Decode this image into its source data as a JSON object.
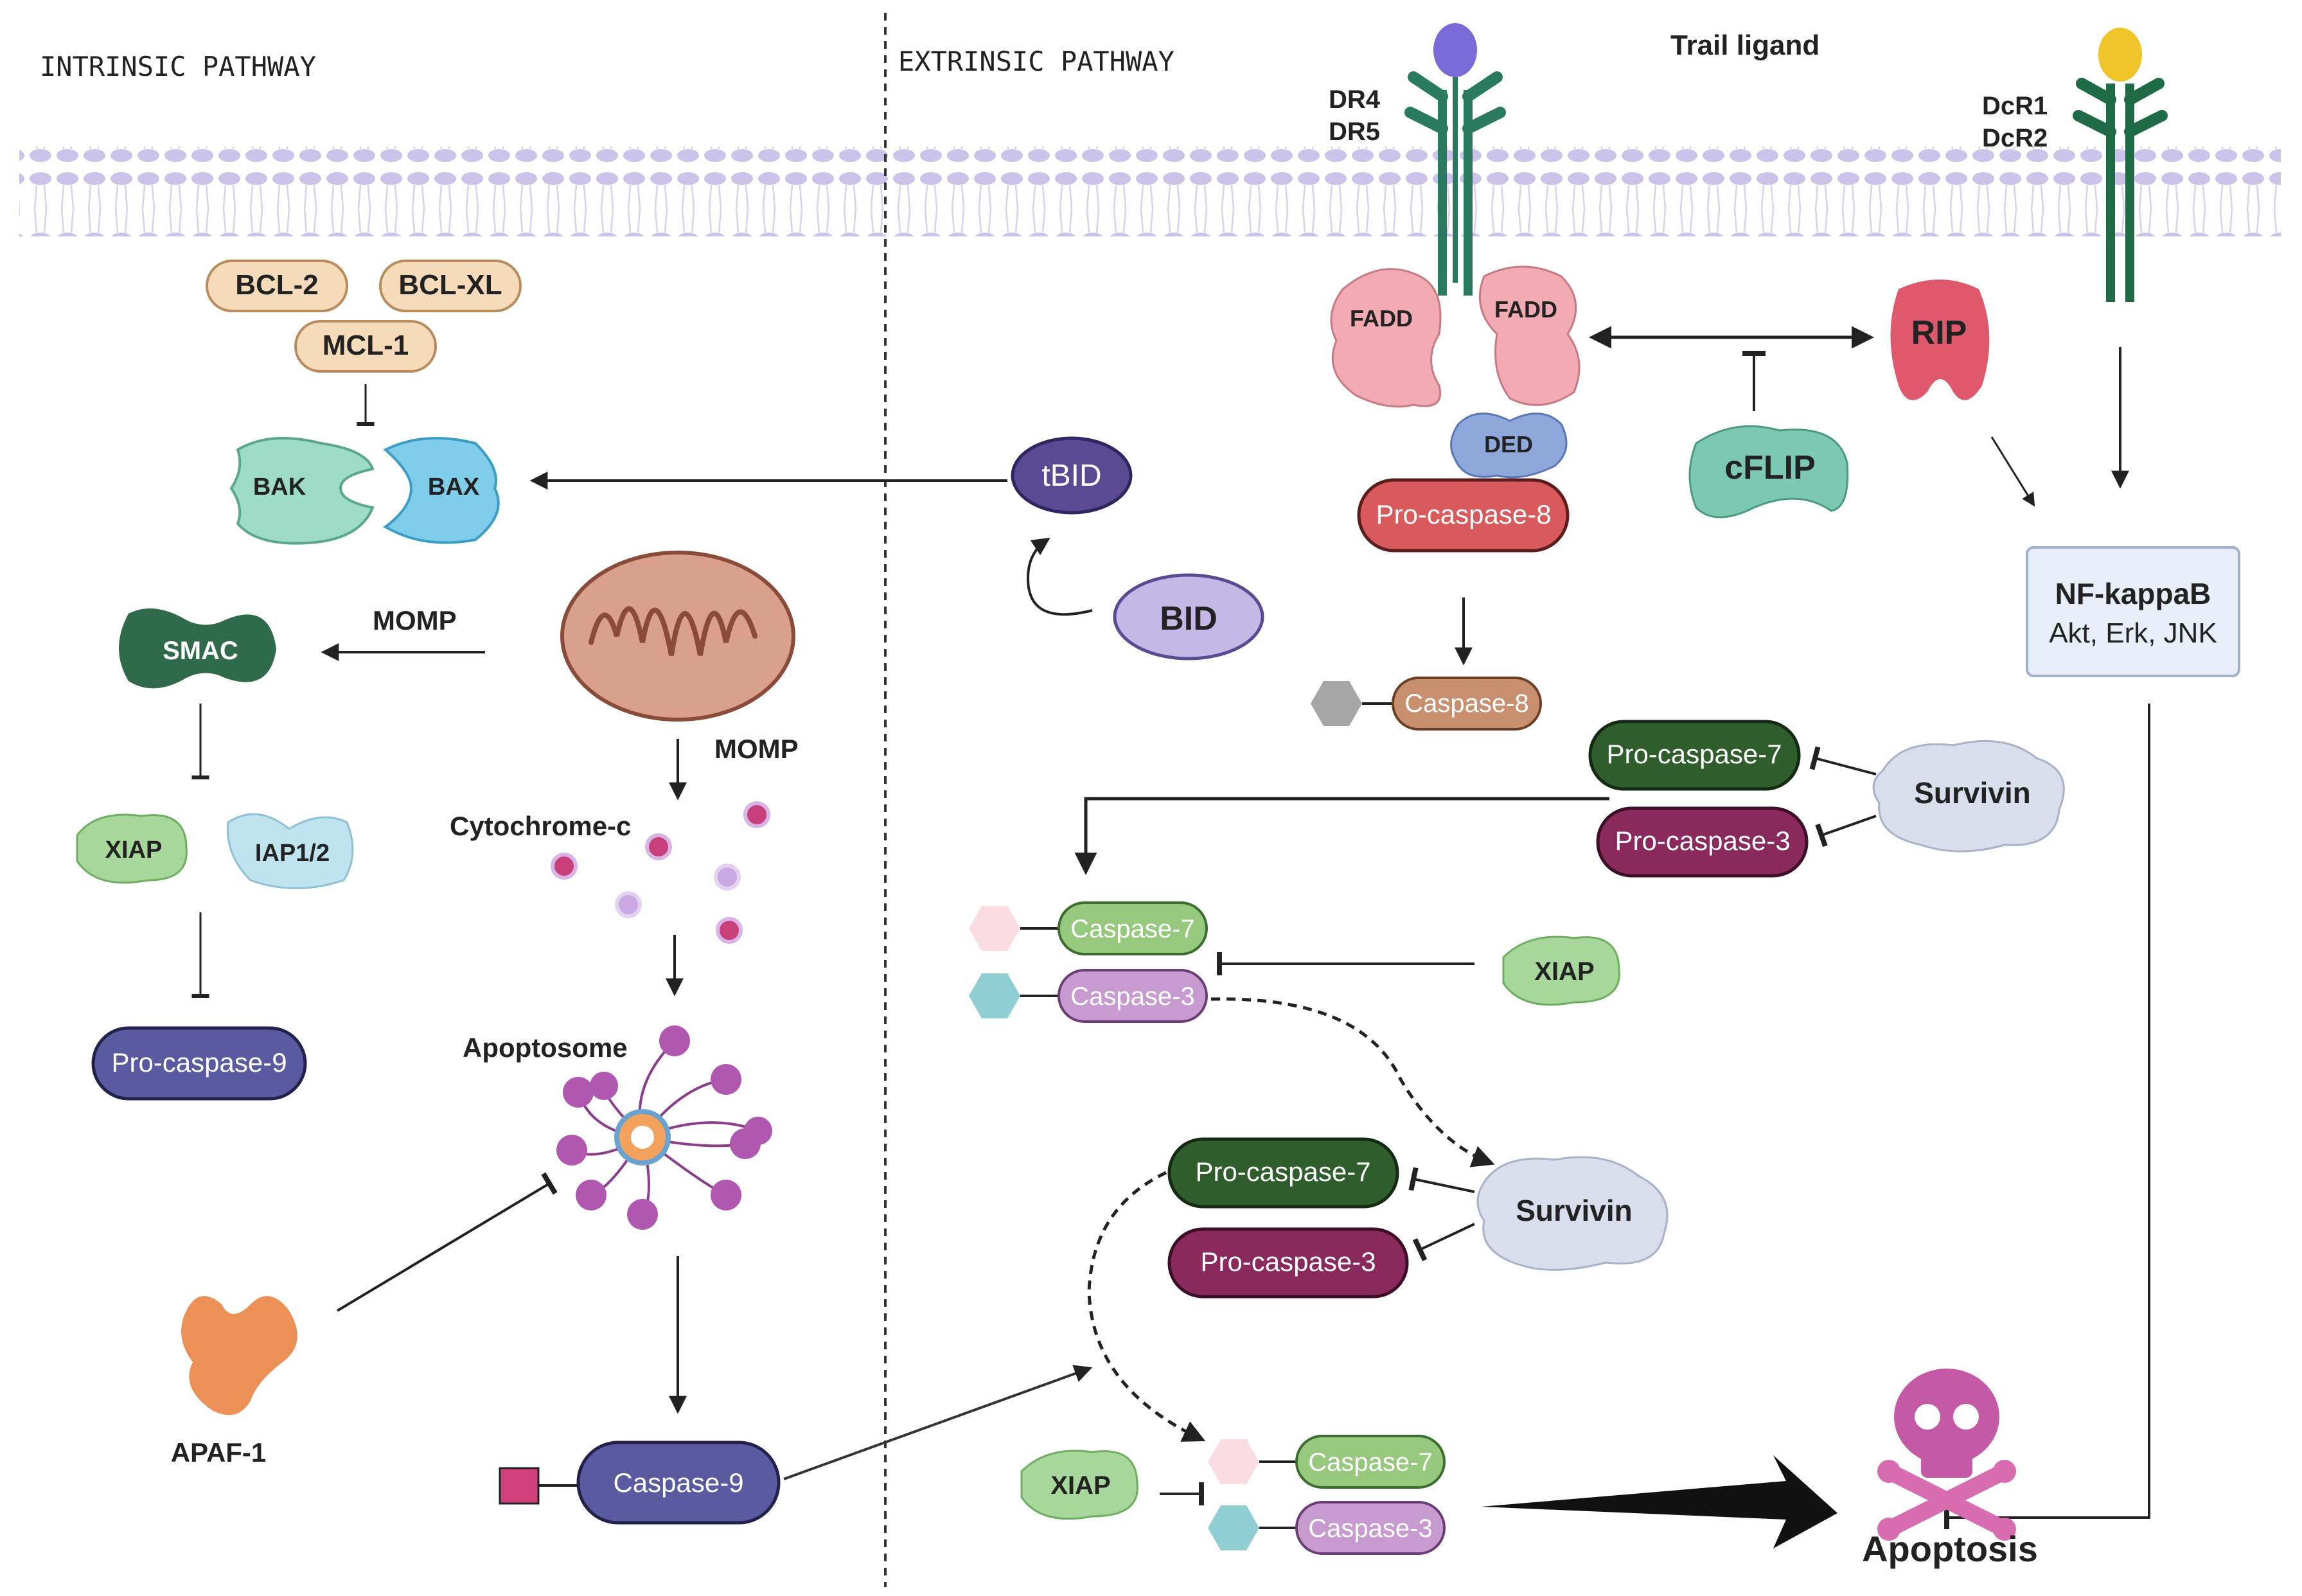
{
  "headers": {
    "intrinsic": "INTRINSIC PATHWAY",
    "extrinsic": "EXTRINSIC PATHWAY"
  },
  "receptors": {
    "trail_ligand": "Trail ligand",
    "dr4": "DR4",
    "dr5": "DR5",
    "dcr1": "DcR1",
    "dcr2": "DcR2"
  },
  "intrinsic": {
    "bcl2": "BCL-2",
    "bclxl": "BCL-XL",
    "mcl1": "MCL-1",
    "bak": "BAK",
    "bax": "BAX",
    "smac": "SMAC",
    "momp_left": "MOMP",
    "momp_down": "MOMP",
    "xiap": "XIAP",
    "iap12": "IAP1/2",
    "pro_caspase_9": "Pro-caspase-9",
    "cytochrome_c": "Cytochrome-c",
    "apoptosome": "Apoptosome",
    "apaf1": "APAF-1",
    "caspase_9": "Caspase-9"
  },
  "extrinsic": {
    "tbid": "tBID",
    "bid": "BID",
    "fadd_left": "FADD",
    "fadd_right": "FADD",
    "ded": "DED",
    "pro_caspase_8": "Pro-caspase-8",
    "caspase_8": "Caspase-8",
    "cflip": "cFLIP",
    "rip": "RIP",
    "nfkb_title": "NF-kappaB",
    "nfkb_sub": "Akt, Erk, JNK",
    "survivin_top": "Survivin",
    "pro_caspase_7_top": "Pro-caspase-7",
    "pro_caspase_3_top": "Pro-caspase-3",
    "caspase_7_mid": "Caspase-7",
    "caspase_3_mid": "Caspase-3",
    "xiap_mid": "XIAP",
    "survivin_bottom": "Survivin",
    "pro_caspase_7_bottom": "Pro-caspase-7",
    "pro_caspase_3_bottom": "Pro-caspase-3",
    "xiap_bottom": "XIAP",
    "caspase_7_bottom": "Caspase-7",
    "caspase_3_bottom": "Caspase-3",
    "apoptosis": "Apoptosis"
  },
  "colors": {
    "membrane": "#c9c1e6",
    "caspase8": "#c8906f",
    "pro_caspase_8": "#d95a5d",
    "pro_caspase_7": "#2f5e2c",
    "pro_caspase_3": "#8a2a5c",
    "caspase7": "#96c97d",
    "caspase3": "#c79ad0",
    "caspase9": "#5a5aa0",
    "tbid": "#5a4a94",
    "bid": "#c3b8e6",
    "smac": "#2f6b4a",
    "cflip": "#7cc8b3",
    "rip": "#e0586c",
    "fadd": "#f2aab3",
    "ded": "#8ea8dc",
    "apaf1": "#ec9058",
    "skull": "#d86cb0"
  }
}
